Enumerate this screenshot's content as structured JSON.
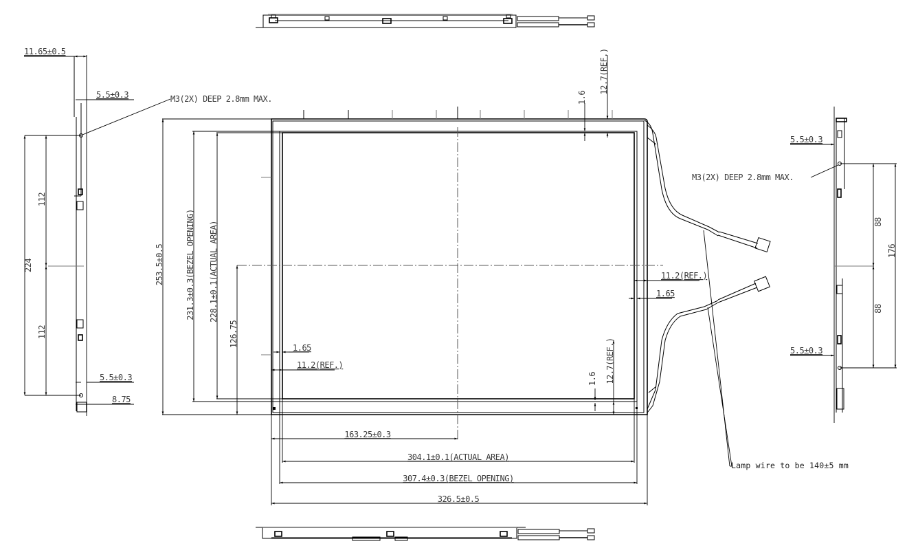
{
  "drawing": {
    "title": "LCD module outline drawing",
    "background": "#ffffff",
    "line_color": "#000000",
    "text_color": "#3a3a3a"
  },
  "front_view": {
    "dimensions": {
      "overall_height": "253.5±0.5",
      "bezel_opening_height": "231.3±0.3(BEZEL OPENING)",
      "actual_area_height": "228.1±0.1(ACTUAL AREA)",
      "center_height": "126.75",
      "overall_width": "326.5±0.5",
      "bezel_opening_width": "307.4±0.3(BEZEL OPENING)",
      "actual_area_width": "304.1±0.1(ACTUAL AREA)",
      "center_width": "163.25±0.3",
      "top_gap": "1.6",
      "top_ref": "12.7(REF.)",
      "bottom_gap": "1.6",
      "bottom_ref": "12.7(REF.)",
      "right_ref": "11.2(REF.)",
      "right_gap": "1.65",
      "left_gap": "1.65",
      "left_ref": "11.2(REF.)"
    },
    "notes": {
      "lamp_wire": "Lamp wire to be 140±5 mm"
    }
  },
  "left_side_view": {
    "dimensions": {
      "thickness": "11.65±0.5",
      "top_hole_offset": "5.5±0.3",
      "hole_pitch_total": "224",
      "hole_pitch_upper": "112",
      "hole_pitch_lower": "112",
      "bottom_hole_offset": "5.5±0.3",
      "bottom_depth": "8.75"
    },
    "notes": {
      "screw": "M3(2X)  DEEP 2.8mm MAX."
    }
  },
  "right_side_view": {
    "dimensions": {
      "top_hole_offset": "5.5±0.3",
      "hole_pitch_total": "176",
      "hole_pitch_upper": "88",
      "hole_pitch_lower": "88",
      "bottom_hole_offset": "5.5±0.3"
    },
    "notes": {
      "screw": "M3(2X)  DEEP 2.8mm MAX."
    }
  },
  "top_view": {
    "label": ""
  },
  "bottom_view": {
    "label": ""
  }
}
